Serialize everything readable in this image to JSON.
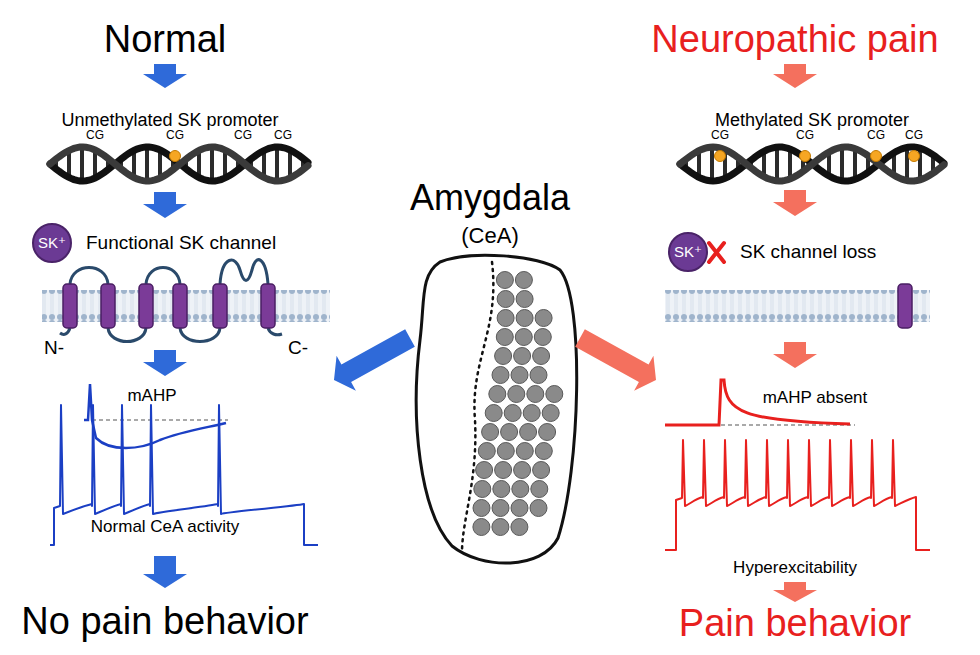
{
  "diagram": {
    "nodes": [
      {
        "text": [
          "SK⁺"
        ]
      },
      {
        "text": [
          "SK⁺"
        ]
      }
    ],
    "labels": [
      "Normal",
      "Neuropathic pain",
      "Unmethylated SK promoter",
      "Methylated SK promoter",
      "CG",
      "CG",
      "CG",
      "CG",
      "CG",
      "CG",
      "CG",
      "CG",
      "Amygdala",
      "(CeA)",
      "Functional SK channel",
      "SK channel loss",
      "N-",
      "C-",
      "mAHP",
      "mAHP absent",
      "Normal CeA activity",
      "Hyperexcitability",
      "No pain behavior",
      "Pain behavior"
    ]
  }
}
